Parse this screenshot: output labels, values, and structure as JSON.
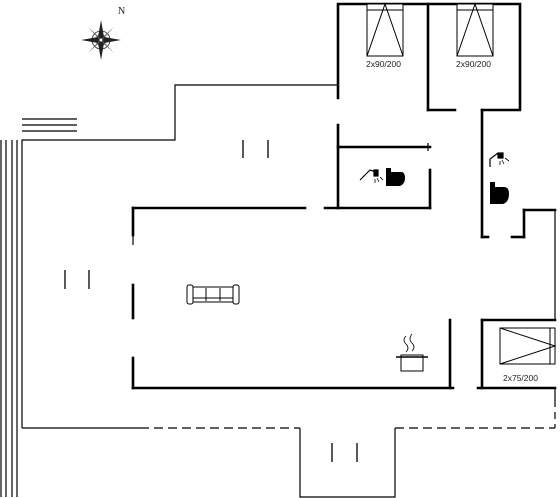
{
  "compass": {
    "north_label": "N",
    "icon": "compass-rose-icon"
  },
  "bed_labels": [
    "2x90/200",
    "2x90/200",
    "2x75/200"
  ],
  "icons": {
    "shower": "shower-icon",
    "toilet": "toilet-icon",
    "sofa": "sofa-icon",
    "stove": "cooking-pot-icon",
    "bed": "bed-icon",
    "door": "door-opening-icon",
    "terrace": "terrace-steps-icon"
  },
  "colors": {
    "wall": "#000000",
    "line": "#222222",
    "background": "#ffffff"
  }
}
